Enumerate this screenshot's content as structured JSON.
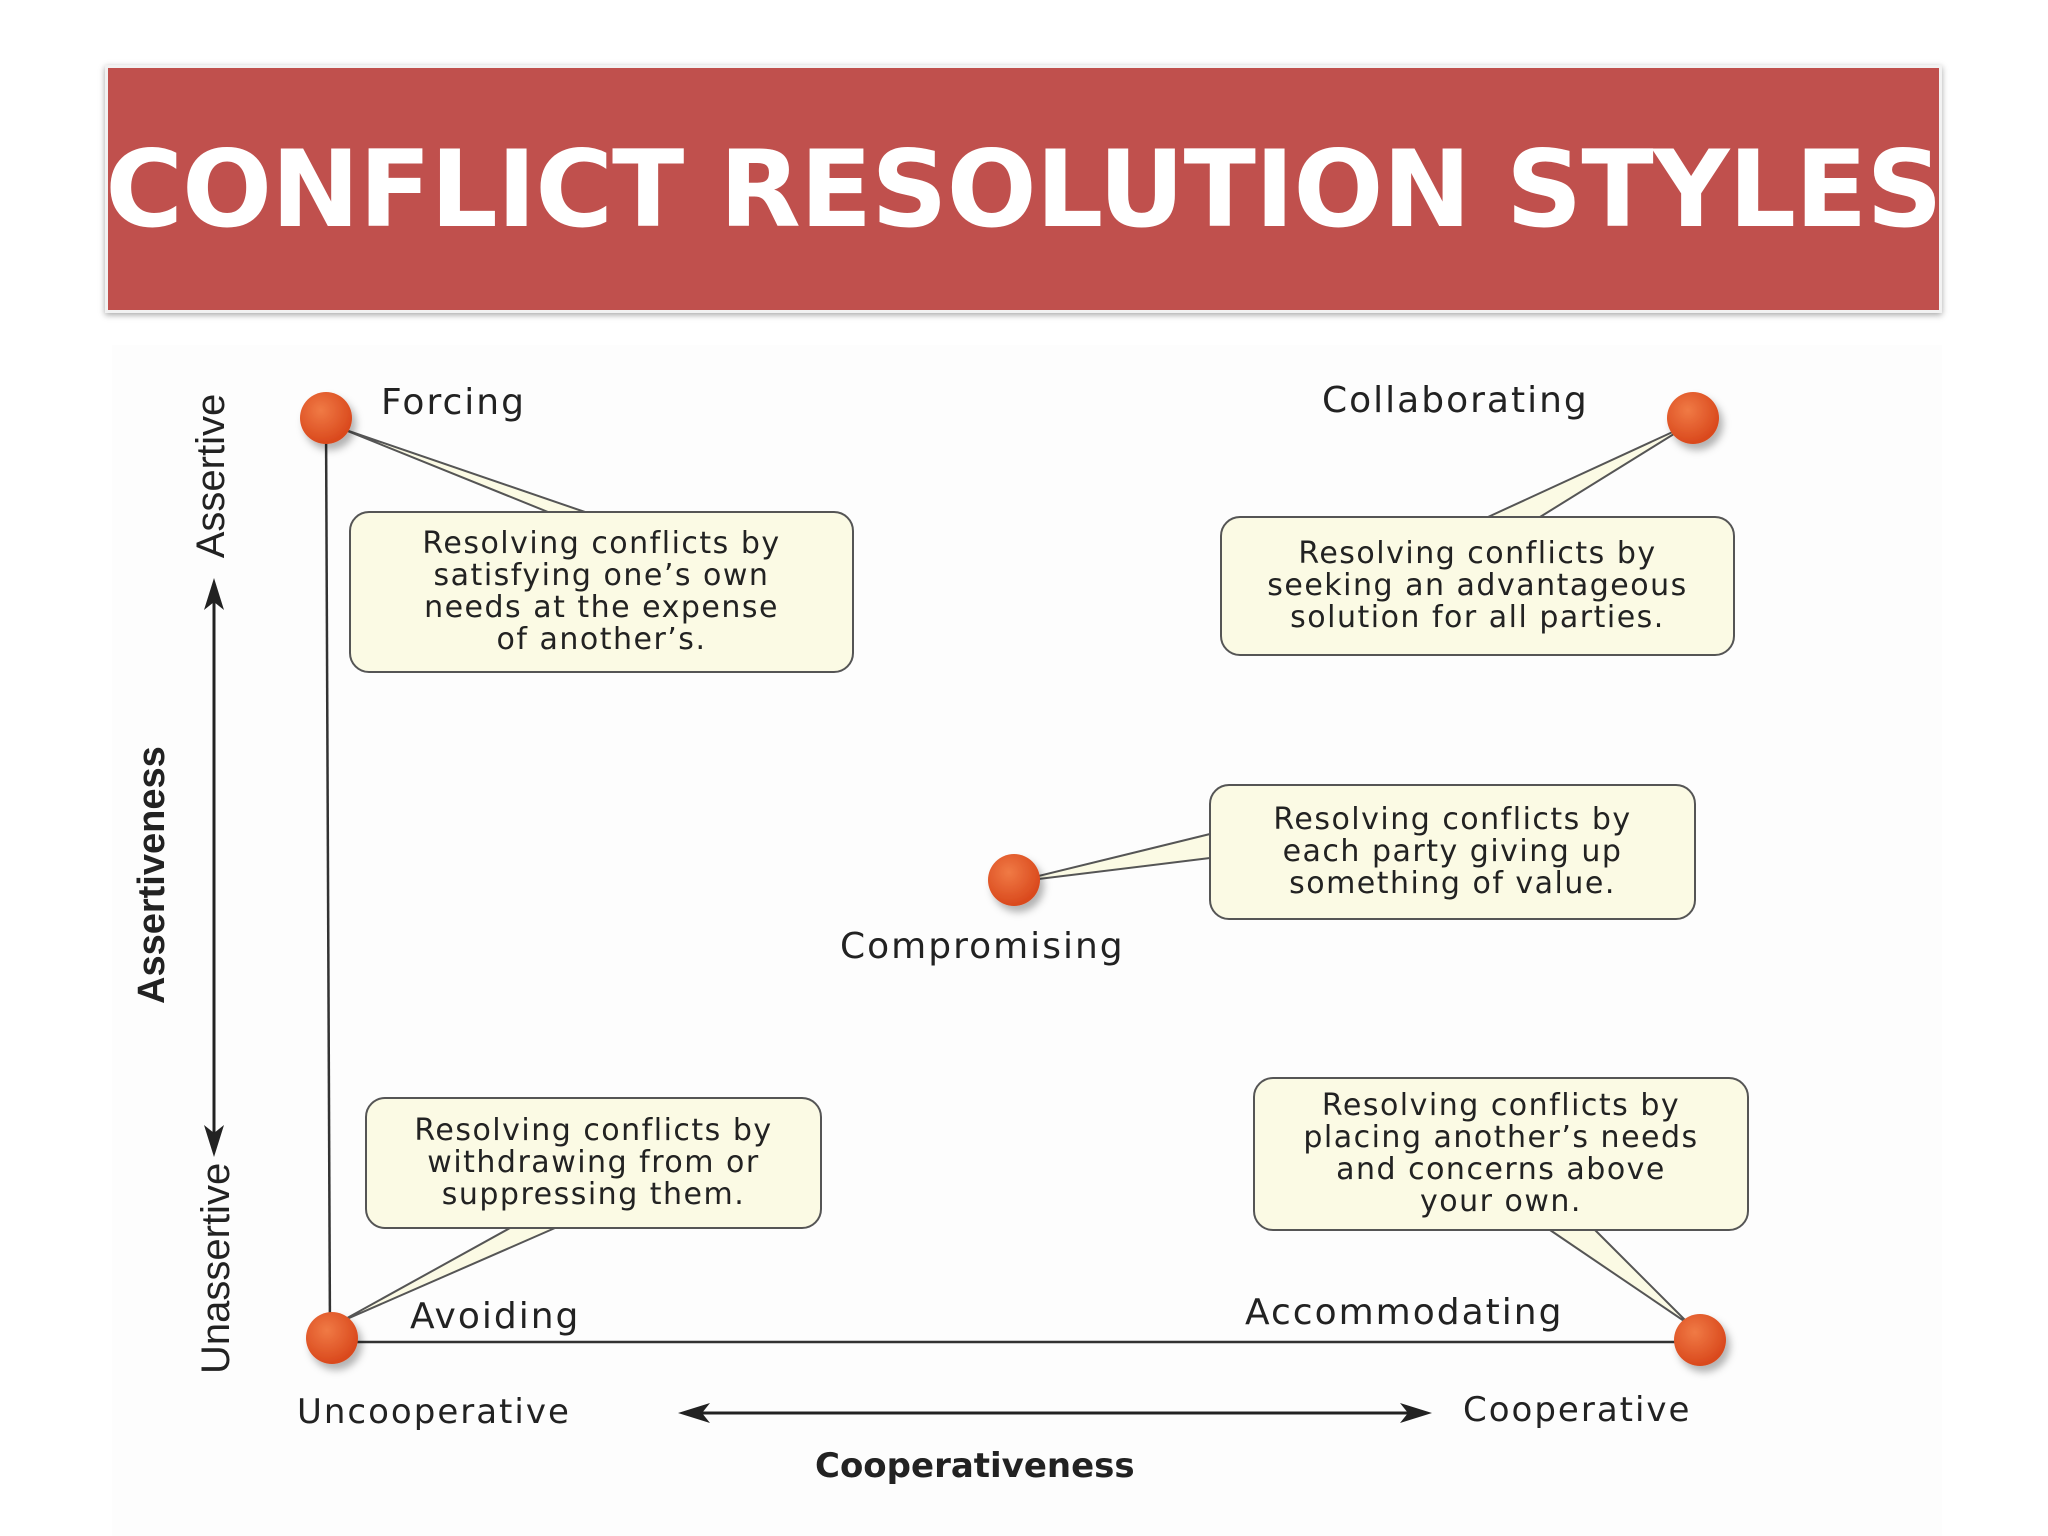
{
  "title": "CONFLICT RESOLUTION STYLES",
  "colors": {
    "banner": "#c0504d",
    "point": "#e05a2b",
    "callout_fill": "#fbfae4"
  },
  "axes": {
    "vertical_title": "Assertiveness",
    "vertical_high": "Assertive",
    "vertical_low": "Unassertive",
    "horizontal_title": "Cooperativeness",
    "horizontal_low": "Uncooperative",
    "horizontal_high": "Cooperative"
  },
  "styles": {
    "forcing": {
      "label": "Forcing",
      "description": [
        "Resolving conflicts by",
        "satisfying one’s own",
        "needs at the expense",
        "of another’s."
      ]
    },
    "collaborating": {
      "label": "Collaborating",
      "description": [
        "Resolving conflicts by",
        "seeking an advantageous",
        "solution for all parties."
      ]
    },
    "compromising": {
      "label": "Compromising",
      "description": [
        "Resolving conflicts by",
        "each party giving up",
        "something of value."
      ]
    },
    "avoiding": {
      "label": "Avoiding",
      "description": [
        "Resolving conflicts by",
        "withdrawing from or",
        "suppressing them."
      ]
    },
    "accommodating": {
      "label": "Accommodating",
      "description": [
        "Resolving conflicts by",
        "placing another’s needs",
        "and concerns above",
        "your own."
      ]
    }
  }
}
